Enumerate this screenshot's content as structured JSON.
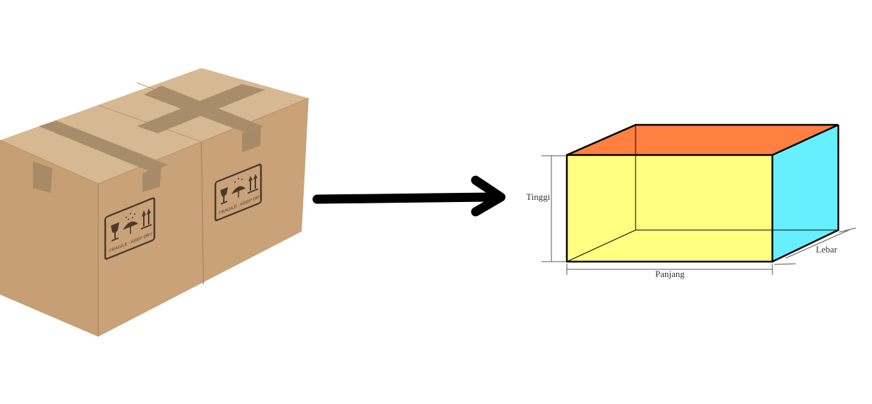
{
  "colors": {
    "background": "#ffffff",
    "cardboard_front": "#c4a07a",
    "cardboard_side": "#d3b28a",
    "cardboard_top": "#d6b892",
    "tape": "#a98d6b",
    "label_ink": "#4a3a2a",
    "arrow": "#000000",
    "cuboid_front": "#ffff80",
    "cuboid_top": "#ff8040",
    "cuboid_side": "#66f0ff",
    "cuboid_edge": "#000000"
  },
  "box": {
    "label_left": "FRAGILE - KEEP DRY",
    "label_right": "FRAGILE - KEEP DRY",
    "icons": [
      "fragile-glass-icon",
      "umbrella-icon",
      "this-way-up-icon"
    ]
  },
  "arrow": {
    "icon": "right-arrow-icon"
  },
  "cuboid": {
    "label_height": "Tinggi",
    "label_length": "Panjang",
    "label_width": "Lebar"
  }
}
